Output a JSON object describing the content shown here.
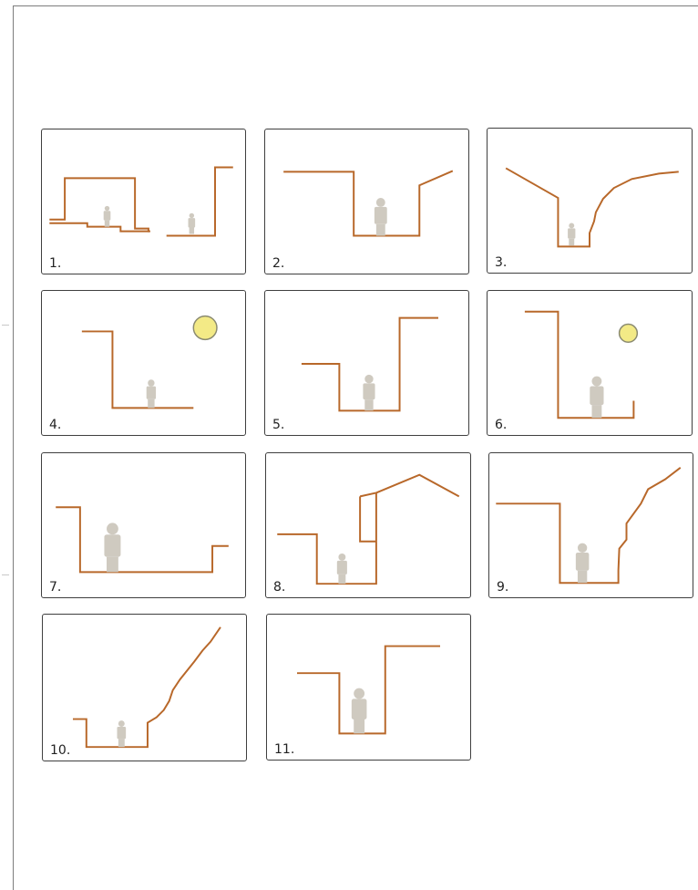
{
  "colors": {
    "profile_line": "#b8682a",
    "human_figure": "#cfcac0",
    "sun_fill": "#f3ea86",
    "panel_border": "#3f3f3f"
  },
  "panels": [
    {
      "label": "1.",
      "has_sun": false
    },
    {
      "label": "2.",
      "has_sun": false
    },
    {
      "label": "3.",
      "has_sun": false
    },
    {
      "label": "4.",
      "has_sun": true
    },
    {
      "label": "5.",
      "has_sun": false
    },
    {
      "label": "6.",
      "has_sun": true
    },
    {
      "label": "7.",
      "has_sun": false
    },
    {
      "label": "8.",
      "has_sun": false
    },
    {
      "label": "9.",
      "has_sun": false
    },
    {
      "label": "10.",
      "has_sun": false
    },
    {
      "label": "11.",
      "has_sun": false
    }
  ]
}
